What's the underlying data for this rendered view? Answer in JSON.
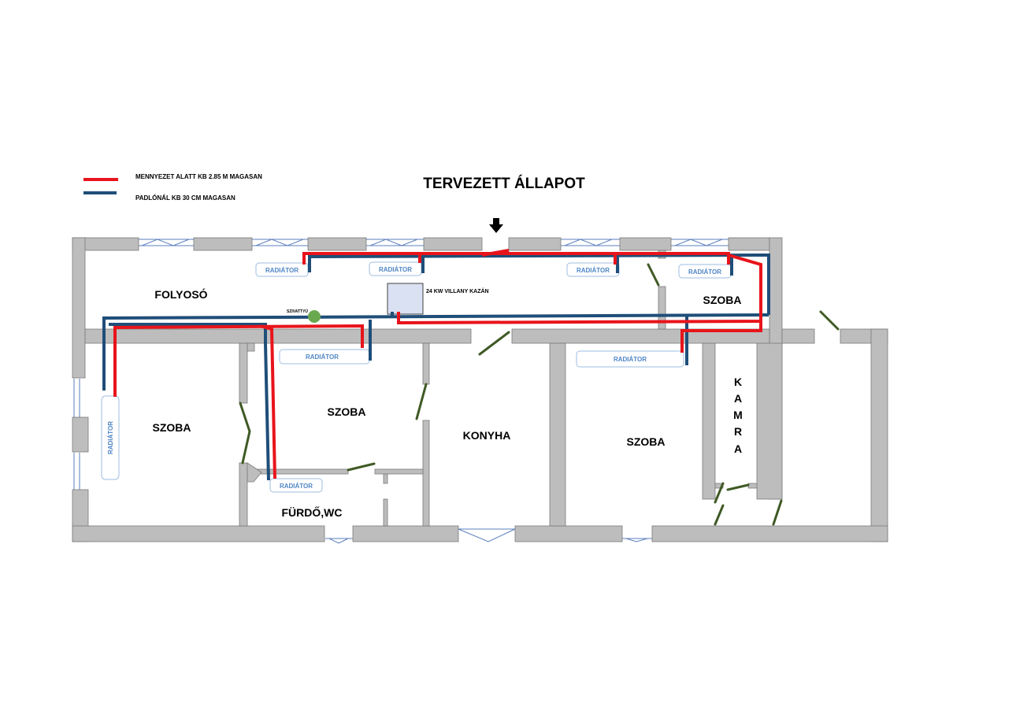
{
  "title": "TERVEZETT ÁLLAPOT",
  "legend": [
    {
      "label": "MENNYEZET ALATT KB 2.85 M MAGASAN",
      "color": "#e8141b"
    },
    {
      "label": "PADLÓNÁL KB 30 CM MAGASAN",
      "color": "#1f4e79"
    }
  ],
  "rooms": {
    "folyoso": "FOLYOSÓ",
    "szoba_top_right": "SZOBA",
    "szoba_left": "SZOBA",
    "szoba_middle": "SZOBA",
    "konyha": "KONYHA",
    "szoba_right": "SZOBA",
    "furdo": "FÜRDŐ,WC",
    "kamra": [
      "K",
      "A",
      "M",
      "R",
      "A"
    ]
  },
  "radiator_label": "RADIÁTOR",
  "boiler_label": "24 KW VILLANY KAZÁN",
  "pump_label": "SZIVATTYÚ",
  "colors": {
    "hot_pipe": "#e8141b",
    "cold_pipe": "#1f4e79",
    "wall": "#bdbdbd",
    "radiator_text": "#4f86c6",
    "pump": "#6aa84f",
    "boiler": "#d9e1f2",
    "door": "#3f5a25"
  },
  "icons": {
    "entrance": "arrow-down-icon"
  }
}
